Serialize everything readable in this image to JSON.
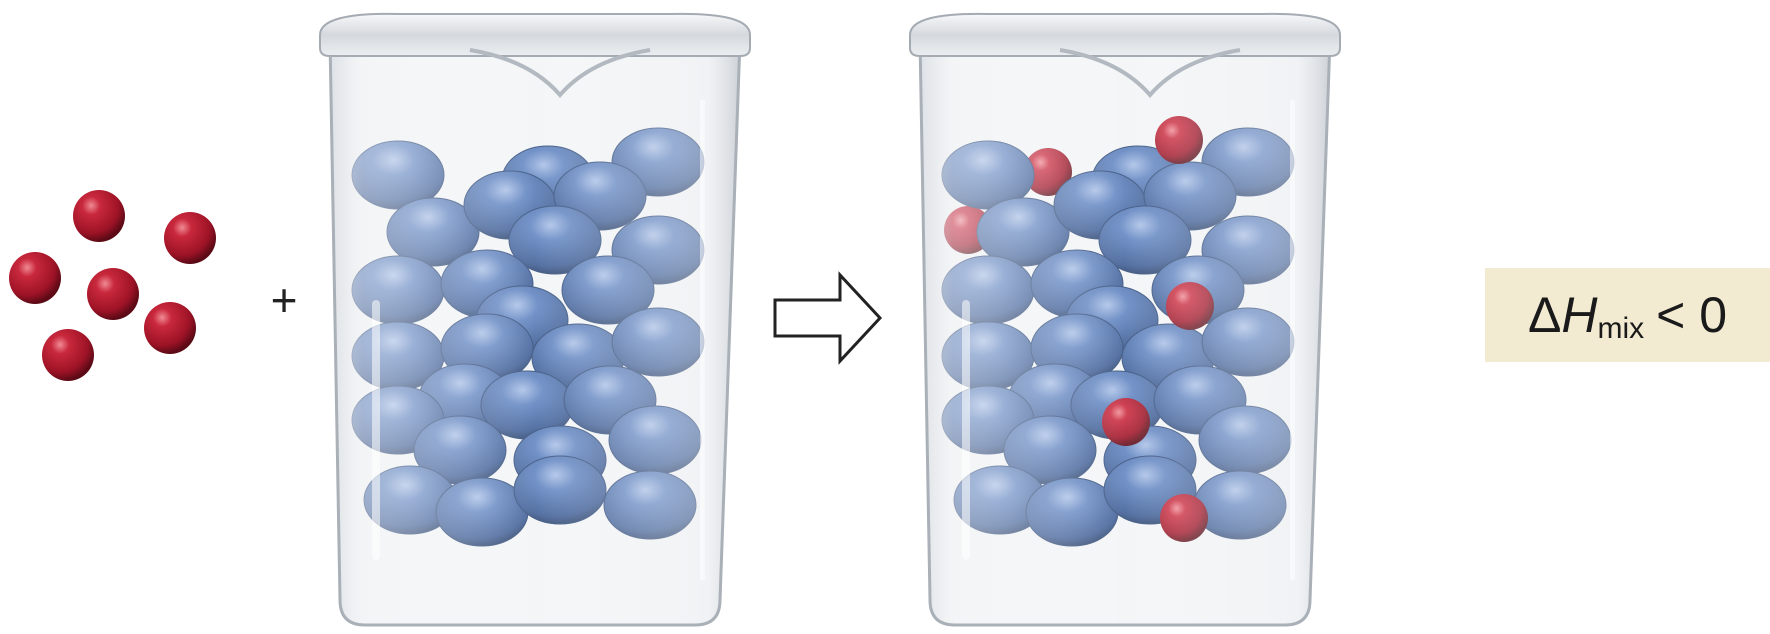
{
  "operator": "+",
  "label": {
    "delta": "Δ",
    "symbol": "H",
    "subscript": "mix",
    "relation": "<",
    "value": "0"
  },
  "colors": {
    "solute_particle": "#b01e30",
    "solvent_particle": "#4a6ea8",
    "label_background": "#f3ead2",
    "arrow_fill": "#ffffff",
    "arrow_stroke": "#222222"
  },
  "icons": {
    "arrow": "hollow-right-arrow",
    "container": "glass-beaker"
  }
}
